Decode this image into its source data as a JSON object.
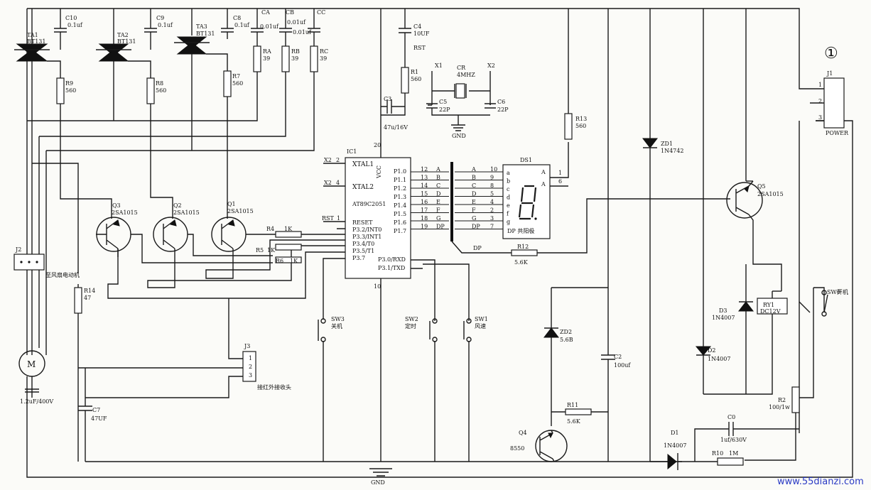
{
  "labels": {
    "circle_one": "①",
    "watermark": "www.55dianzi.com",
    "ta1": "TA1",
    "ta1_model": "BT131",
    "ta2": "TA2",
    "ta2_model": "BT131",
    "ta3": "TA3",
    "ta3_model": "BT131",
    "c10": "C10",
    "c10_val": "0.1uf",
    "c9a": "C9",
    "c9a_val": "0.1uf",
    "c8": "C8",
    "c8_val": "0.1uf",
    "ca": "CA",
    "ca_val": "0.01uf",
    "cb": "CB",
    "cb_val": "0.01uf",
    "cc": "CC",
    "cc_val": "0.01uf",
    "ra": "RA",
    "ra_val": "39",
    "rb": "RB",
    "rb_val": "39",
    "rc": "RC",
    "rc_val": "39",
    "r9": "R9",
    "r9_val": "560",
    "r8": "R8",
    "r8_val": "560",
    "r7": "R7",
    "r7_val": "560",
    "c4": "C4",
    "c4_val": "10UF",
    "rst_top": "RST",
    "r1": "R1",
    "r1_val": "560",
    "x1": "X1",
    "x2": "X2",
    "cr": "CR",
    "cr_val": "4MHZ",
    "c5": "C5",
    "c5_val": "22P",
    "c6": "C6",
    "c6_val": "22P",
    "gnd_top": "GND",
    "c3": "C3",
    "c3_val": "47u/16V",
    "ic1": "IC1",
    "vcc": "VCC",
    "xtal1": "XTAL1",
    "xtal2": "XTAL2",
    "chip": "AT89C2051",
    "x2_pin": "X2",
    "x1_pin": "X2",
    "pin2": "2",
    "pin4": "4",
    "pin1": "1",
    "pin20": "20",
    "pin10": "10",
    "rst_pin": "RST",
    "reset": "RESET",
    "p32": "P3.2/INT0",
    "p33": "P3.3/INT1",
    "p34": "P3.4/T0",
    "p35": "P3.5/T1",
    "p37": "P3.7",
    "p30": "P3.0/RXD",
    "p31": "P3.1/TXD",
    "p10": "P1.0",
    "p11": "P1.1",
    "p12": "P1.2",
    "p13": "P1.3",
    "p14": "P1.4",
    "p15": "P1.5",
    "p16": "P1.6",
    "p17": "P1.7",
    "pin_left_nums": [
      "12",
      "13",
      "14",
      "15",
      "16",
      "17",
      "18",
      "19"
    ],
    "bus_left": [
      "A",
      "B",
      "C",
      "D",
      "E",
      "F",
      "G",
      "DP"
    ],
    "bus_right": [
      "A",
      "B",
      "C",
      "D",
      "E",
      "F",
      "G",
      "DP"
    ],
    "ds_pins": [
      "10",
      "9",
      "8",
      "5",
      "4",
      "2",
      "3",
      "7"
    ],
    "ds1": "DS1",
    "ds_segs": [
      "a",
      "b",
      "c",
      "d",
      "e",
      "f",
      "g"
    ],
    "ds_dp": "DP 共阳极",
    "ds_a1": "A",
    "ds_a2": "A",
    "ds_p1": "1",
    "ds_p6": "6",
    "r13": "R13",
    "r13_val": "560",
    "dp_label": "DP",
    "r12": "R12",
    "r12_val": "5.6K",
    "q3": "Q3",
    "q3_model": "2SA1015",
    "q2": "Q2",
    "q2_model": "2SA1015",
    "q1": "Q1",
    "q1_model": "2SA1015",
    "r4": "R4",
    "r4_val": "1K",
    "r5": "R5",
    "r5_val": "1K",
    "r6": "R6",
    "r6_val": "1K",
    "j2": "J2",
    "j2_note": "至风扇电动机",
    "r14": "R14",
    "r14_val": "47",
    "motor": "M",
    "motor_cap": "1.2uF/400V",
    "j3": "J3",
    "j3_note": "接红外接收头",
    "j3_pins": [
      "1",
      "2",
      "3"
    ],
    "c7": "C7",
    "c7_val": "47UF",
    "sw3": "SW3",
    "sw3_note": "关机",
    "sw2": "SW2",
    "sw2_note": "定时",
    "sw1": "SW1",
    "sw1_note": "风速",
    "gnd": "GND",
    "zd1": "ZD1",
    "zd1_val": "1N4742",
    "zd2": "ZD2",
    "zd2_val": "5.6B",
    "q5": "Q5",
    "q5_model": "2SA1015",
    "q4": "Q4",
    "q4_model": "8550",
    "c2": "C2",
    "c2_val": "100uf",
    "r11": "R11",
    "r11_val": "5.6K",
    "d3": "D3",
    "d3_val": "1N4007",
    "d2": "D2",
    "d2_val": "1N4007",
    "d1": "D1",
    "d1_val": "1N4007",
    "ry1": "RY1",
    "ry1_val": "DC12V",
    "sw0": "SW0",
    "sw0_note": "开机",
    "j1": "J1",
    "j1_pins": [
      "1",
      "2",
      "3"
    ],
    "power": "POWER",
    "r2": "R2",
    "r2_val": "100/1w",
    "c0": "C0",
    "c0_val": "1uf/630V",
    "r10": "R10",
    "r10_val": "1M"
  }
}
